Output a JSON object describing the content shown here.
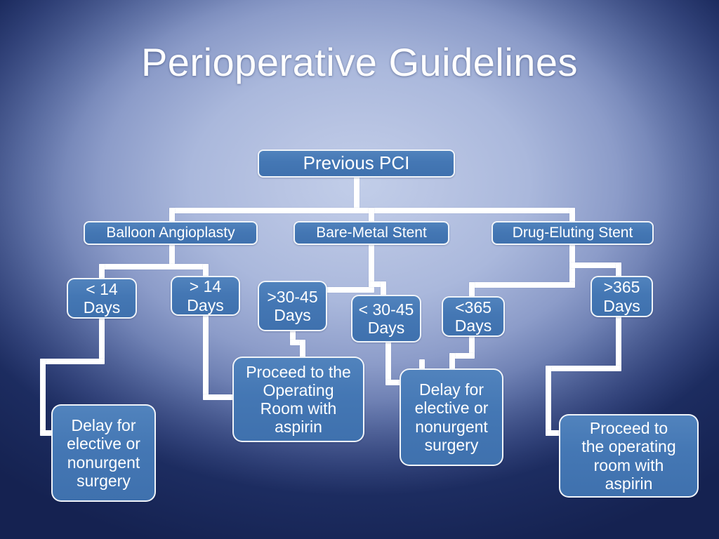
{
  "slide": {
    "title": "Perioperative Guidelines",
    "background_center_color": "#b7c4e3",
    "background_edge_color": "#16245c",
    "node_fill_color": "#4576b4",
    "node_border_color": "#ffffff",
    "connector_color": "#ffffff",
    "text_color": "#ffffff"
  },
  "flowchart": {
    "type": "decision-tree",
    "root": {
      "id": "previous-pci",
      "label": "Previous PCI"
    },
    "level2": [
      {
        "id": "balloon-angioplasty",
        "label": "Balloon Angioplasty"
      },
      {
        "id": "bare-metal-stent",
        "label": "Bare-Metal Stent"
      },
      {
        "id": "drug-eluting-stent",
        "label": "Drug-Eluting Stent"
      }
    ],
    "level3": [
      {
        "id": "lt-14-days",
        "label": "< 14\nDays",
        "parent": "balloon-angioplasty"
      },
      {
        "id": "gt-14-days",
        "label": "> 14\nDays",
        "parent": "balloon-angioplasty"
      },
      {
        "id": "gt-30-45-days",
        "label": ">30-45\nDays",
        "parent": "bare-metal-stent"
      },
      {
        "id": "lt-30-45-days",
        "label": "< 30-45\nDays",
        "parent": "bare-metal-stent"
      },
      {
        "id": "lt-365-days",
        "label": "<365\nDays",
        "parent": "drug-eluting-stent"
      },
      {
        "id": "gt-365-days",
        "label": ">365\nDays",
        "parent": "drug-eluting-stent"
      }
    ],
    "outcomes": [
      {
        "id": "delay-surgery-left",
        "label": "Delay for\nelective or\nnonurgent\nsurgery",
        "parents": [
          "lt-14-days"
        ]
      },
      {
        "id": "proceed-or-aspirin-center",
        "label": "Proceed to the\nOperating\nRoom with\naspirin",
        "parents": [
          "gt-14-days",
          "gt-30-45-days"
        ]
      },
      {
        "id": "delay-surgery-center",
        "label": "Delay for\nelective or\nnonurgent\nsurgery",
        "parents": [
          "lt-30-45-days",
          "lt-365-days"
        ]
      },
      {
        "id": "proceed-or-aspirin-right",
        "label": "Proceed to\nthe operating\nroom with\naspirin",
        "parents": [
          "gt-365-days"
        ]
      }
    ]
  }
}
